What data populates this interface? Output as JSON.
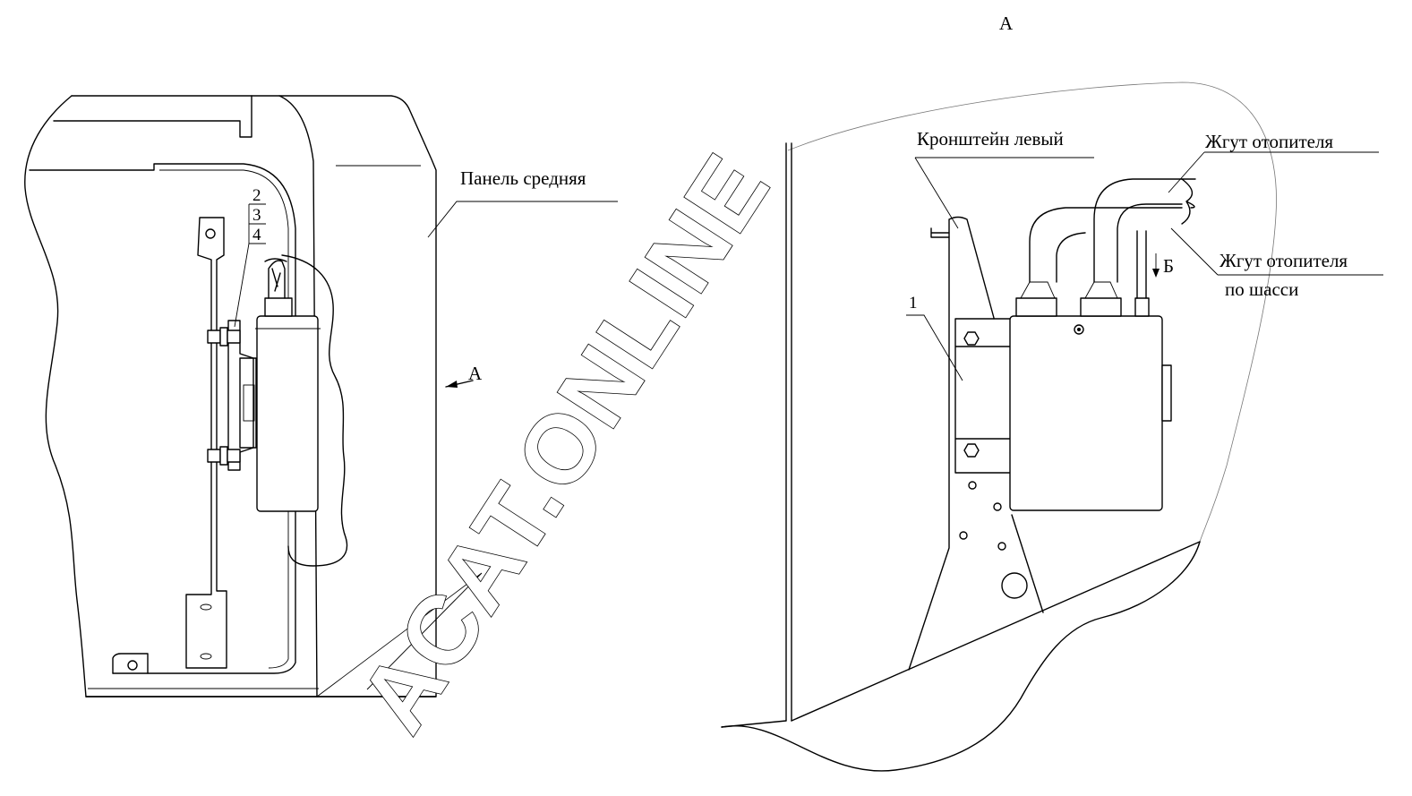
{
  "labels": {
    "panel_middle": "Панель средняя",
    "view_a_arrow": "А",
    "view_a_title": "А",
    "bracket_left": "Кронштейн левый",
    "harness_heater": "Жгут отопителя",
    "harness_heater_chassis_line1": "Жгут отопителя",
    "harness_heater_chassis_line2": "по шасси",
    "arrow_b": "Б"
  },
  "callouts": {
    "item_1": "1",
    "item_2": "2",
    "item_3": "3",
    "item_4": "4"
  },
  "watermark": "ACAT.ONLINE"
}
